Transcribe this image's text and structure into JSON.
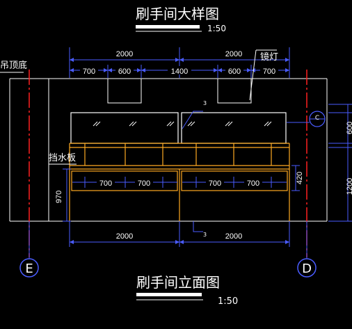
{
  "titles": {
    "top_title": "刷手间大样图",
    "top_scale": "1:50",
    "bottom_title": "刷手间立面图",
    "bottom_scale": "1:50"
  },
  "labels": {
    "ceiling": "吊顶底",
    "mirror_light": "镜灯",
    "splash_board": "挡水板",
    "callout_c": "C",
    "grid_e": "E",
    "grid_d": "D",
    "tag_upper": "3",
    "tag_lower": "3"
  },
  "dimensions": {
    "top_total_left": "2000",
    "top_total_right": "2000",
    "top_seg_1": "700",
    "top_seg_2": "600",
    "top_seg_3": "1400",
    "top_seg_4": "600",
    "top_seg_5": "700",
    "inner_1": "700",
    "inner_2": "700",
    "inner_3": "700",
    "inner_4": "700",
    "height_left": "970",
    "height_420": "420",
    "bottom_left": "2000",
    "bottom_right": "2000",
    "right_600": "600",
    "right_1200": "1200"
  },
  "colors": {
    "background": "#000000",
    "lines": "#ffffff",
    "dimension": "#4a5cff",
    "grid_red": "#ff2020",
    "fixtures": "#ffaa22"
  }
}
